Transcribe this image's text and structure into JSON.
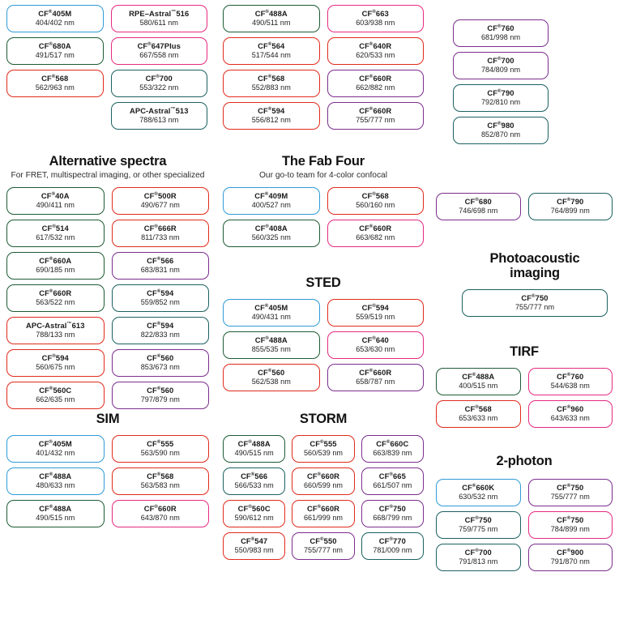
{
  "sections": [
    {
      "id": "top-left",
      "title": "",
      "subtitle": "",
      "columns": 2,
      "pills": [
        {
          "name": "CF",
          "sup": "®",
          "code": "405M",
          "wl": "404/402 nm",
          "color": "blue"
        },
        {
          "name": "RPE–Astral",
          "sup": "™",
          "code": "516",
          "wl": "580/611 nm",
          "color": "pink"
        },
        {
          "name": "CF",
          "sup": "®",
          "code": "680A",
          "wl": "491/517 nm",
          "color": "green"
        },
        {
          "name": "CF",
          "sup": "®",
          "code": "647Plus",
          "wl": "667/558 nm",
          "color": "pink"
        },
        {
          "name": "CF",
          "sup": "®",
          "code": "568",
          "wl": "562/963 nm",
          "color": "red"
        },
        {
          "name": "CF",
          "sup": "®",
          "code": "700",
          "wl": "553/322 nm",
          "color": "teal"
        },
        {
          "name": "",
          "sup": "",
          "code": "",
          "wl": "",
          "color": "none"
        },
        {
          "name": "APC-Astral",
          "sup": "™",
          "code": "513",
          "wl": "788/613 nm",
          "color": "teal"
        }
      ]
    },
    {
      "id": "top-mid",
      "title": "",
      "subtitle": "",
      "columns": 2,
      "pills": [
        {
          "name": "CF",
          "sup": "®",
          "code": "488A",
          "wl": "490/511 nm",
          "color": "green"
        },
        {
          "name": "CF",
          "sup": "®",
          "code": "663",
          "wl": "603/938 nm",
          "color": "pink"
        },
        {
          "name": "CF",
          "sup": "®",
          "code": "564",
          "wl": "517/544 nm",
          "color": "red"
        },
        {
          "name": "CF",
          "sup": "®",
          "code": "640R",
          "wl": "620/533 nm",
          "color": "red"
        },
        {
          "name": "CF",
          "sup": "®",
          "code": "568",
          "wl": "552/883 nm",
          "color": "red"
        },
        {
          "name": "CF",
          "sup": "®",
          "code": "660R",
          "wl": "662/882 nm",
          "color": "purple"
        },
        {
          "name": "CF",
          "sup": "®",
          "code": "594",
          "wl": "556/812 nm",
          "color": "red"
        },
        {
          "name": "CF",
          "sup": "®",
          "code": "660R",
          "wl": "755/777 nm",
          "color": "purple"
        }
      ]
    },
    {
      "id": "top-right",
      "title": "",
      "subtitle": "",
      "columns": 1,
      "pills": [
        {
          "name": "CF",
          "sup": "®",
          "code": "760",
          "wl": "681/998 nm",
          "color": "purple"
        },
        {
          "name": "CF",
          "sup": "®",
          "code": "700",
          "wl": "784/809 nm",
          "color": "purple"
        },
        {
          "name": "CF",
          "sup": "®",
          "code": "790",
          "wl": "792/810 nm",
          "color": "teal"
        },
        {
          "name": "CF",
          "sup": "®",
          "code": "980",
          "wl": "852/870 nm",
          "color": "teal"
        }
      ]
    },
    {
      "id": "alternative-spectra",
      "title": "Alternative spectra",
      "subtitle": "For FRET, multispectral imaging, or other specialized",
      "columns": 2,
      "pills": [
        {
          "name": "CF",
          "sup": "®",
          "code": "40A",
          "wl": "490/411 nm",
          "color": "green"
        },
        {
          "name": "CF",
          "sup": "®",
          "code": "500R",
          "wl": "490/677 nm",
          "color": "red"
        },
        {
          "name": "CF",
          "sup": "®",
          "code": "514",
          "wl": "617/532 nm",
          "color": "green"
        },
        {
          "name": "CF",
          "sup": "®",
          "code": "666R",
          "wl": "811/733 nm",
          "color": "red"
        },
        {
          "name": "CF",
          "sup": "®",
          "code": "660A",
          "wl": "690/185 nm",
          "color": "green"
        },
        {
          "name": "CF",
          "sup": "®",
          "code": "566",
          "wl": "683/831 nm",
          "color": "purple"
        },
        {
          "name": "CF",
          "sup": "®",
          "code": "660R",
          "wl": "563/522 nm",
          "color": "green"
        },
        {
          "name": "CF",
          "sup": "®",
          "code": "594",
          "wl": "559/852 nm",
          "color": "teal"
        },
        {
          "name": "APC-Astral",
          "sup": "™",
          "code": "613",
          "wl": "788/133 nm",
          "color": "red"
        },
        {
          "name": "CF",
          "sup": "®",
          "code": "594",
          "wl": "822/833 nm",
          "color": "teal"
        },
        {
          "name": "CF",
          "sup": "®",
          "code": "594",
          "wl": "560/675 nm",
          "color": "red"
        },
        {
          "name": "CF",
          "sup": "®",
          "code": "560",
          "wl": "853/673 nm",
          "color": "purple"
        },
        {
          "name": "CF",
          "sup": "®",
          "code": "560C",
          "wl": "662/635 nm",
          "color": "red"
        },
        {
          "name": "CF",
          "sup": "®",
          "code": "560",
          "wl": "797/879 nm",
          "color": "purple"
        }
      ]
    },
    {
      "id": "fab-four",
      "title": "The Fab Four",
      "subtitle": "Our go-to team for 4-color confocal",
      "columns": 2,
      "pills": [
        {
          "name": "CF",
          "sup": "®",
          "code": "409M",
          "wl": "400/527 nm",
          "color": "blue"
        },
        {
          "name": "CF",
          "sup": "®",
          "code": "568",
          "wl": "560/160 nm",
          "color": "red"
        },
        {
          "name": "CF",
          "sup": "®",
          "code": "408A",
          "wl": "560/325 nm",
          "color": "green"
        },
        {
          "name": "CF",
          "sup": "®",
          "code": "660R",
          "wl": "663/682 nm",
          "color": "pink"
        }
      ]
    },
    {
      "id": "sted",
      "title": "STED",
      "subtitle": "",
      "columns": 2,
      "pills": [
        {
          "name": "CF",
          "sup": "®",
          "code": "405M",
          "wl": "490/431 nm",
          "color": "blue"
        },
        {
          "name": "CF",
          "sup": "®",
          "code": "594",
          "wl": "559/519 nm",
          "color": "red"
        },
        {
          "name": "CF",
          "sup": "®",
          "code": "488A",
          "wl": "855/535 nm",
          "color": "green"
        },
        {
          "name": "CF",
          "sup": "®",
          "code": "640",
          "wl": "653/630 nm",
          "color": "pink"
        },
        {
          "name": "CF",
          "sup": "®",
          "code": "560",
          "wl": "562/538 nm",
          "color": "red"
        },
        {
          "name": "CF",
          "sup": "®",
          "code": "660R",
          "wl": "658/787 nm",
          "color": "purple"
        }
      ]
    },
    {
      "id": "right-pair",
      "title": "",
      "subtitle": "",
      "columns": 2,
      "pills": [
        {
          "name": "CF",
          "sup": "®",
          "code": "680",
          "wl": "746/698 nm",
          "color": "purple"
        },
        {
          "name": "CF",
          "sup": "®",
          "code": "790",
          "wl": "764/899 nm",
          "color": "teal"
        }
      ]
    },
    {
      "id": "photoacoustic",
      "title": "Photoacoustic imaging",
      "subtitle": "",
      "columns": 1,
      "pills": [
        {
          "name": "CF",
          "sup": "®",
          "code": "750",
          "wl": "755/777 nm",
          "color": "teal"
        }
      ]
    },
    {
      "id": "tirf",
      "title": "TIRF",
      "subtitle": "",
      "columns": 2,
      "pills": [
        {
          "name": "CF",
          "sup": "®",
          "code": "488A",
          "wl": "400/515 nm",
          "color": "green"
        },
        {
          "name": "CF",
          "sup": "®",
          "code": "760",
          "wl": "544/638 nm",
          "color": "pink"
        },
        {
          "name": "CF",
          "sup": "®",
          "code": "568",
          "wl": "653/633 nm",
          "color": "red"
        },
        {
          "name": "CF",
          "sup": "®",
          "code": "960",
          "wl": "643/633 nm",
          "color": "pink"
        }
      ]
    },
    {
      "id": "sim",
      "title": "SIM",
      "subtitle": "",
      "columns": 2,
      "pills": [
        {
          "name": "CF",
          "sup": "®",
          "code": "405M",
          "wl": "401/432 nm",
          "color": "blue"
        },
        {
          "name": "CF",
          "sup": "®",
          "code": "555",
          "wl": "563/590 nm",
          "color": "red"
        },
        {
          "name": "CF",
          "sup": "®",
          "code": "488A",
          "wl": "480/633 nm",
          "color": "blue"
        },
        {
          "name": "CF",
          "sup": "®",
          "code": "568",
          "wl": "563/583 nm",
          "color": "red"
        },
        {
          "name": "CF",
          "sup": "®",
          "code": "488A",
          "wl": "490/515 nm",
          "color": "green"
        },
        {
          "name": "CF",
          "sup": "®",
          "code": "660R",
          "wl": "643/870 nm",
          "color": "pink"
        }
      ]
    },
    {
      "id": "storm",
      "title": "STORM",
      "subtitle": "",
      "columns": 3,
      "pills": [
        {
          "name": "CF",
          "sup": "®",
          "code": "488A",
          "wl": "490/515 nm",
          "color": "green"
        },
        {
          "name": "CF",
          "sup": "®",
          "code": "555",
          "wl": "560/539 nm",
          "color": "red"
        },
        {
          "name": "CF",
          "sup": "®",
          "code": "660C",
          "wl": "663/839 nm",
          "color": "purple"
        },
        {
          "name": "CF",
          "sup": "®",
          "code": "566",
          "wl": "566/533 nm",
          "color": "teal"
        },
        {
          "name": "CF",
          "sup": "®",
          "code": "660R",
          "wl": "660/599 nm",
          "color": "red"
        },
        {
          "name": "CF",
          "sup": "®",
          "code": "665",
          "wl": "661/507 nm",
          "color": "purple"
        },
        {
          "name": "CF",
          "sup": "®",
          "code": "560C",
          "wl": "590/612 nm",
          "color": "red"
        },
        {
          "name": "CF",
          "sup": "®",
          "code": "660R",
          "wl": "661/999 nm",
          "color": "red"
        },
        {
          "name": "CF",
          "sup": "®",
          "code": "750",
          "wl": "668/799 nm",
          "color": "purple"
        },
        {
          "name": "CF",
          "sup": "®",
          "code": "547",
          "wl": "550/983 nm",
          "color": "red"
        },
        {
          "name": "CF",
          "sup": "®",
          "code": "550",
          "wl": "755/777 nm",
          "color": "purple"
        },
        {
          "name": "CF",
          "sup": "®",
          "code": "770",
          "wl": "781/009 nm",
          "color": "teal"
        }
      ]
    },
    {
      "id": "two-photon",
      "title": "2-photon",
      "subtitle": "",
      "columns": 2,
      "pills": [
        {
          "name": "CF",
          "sup": "®",
          "code": "660K",
          "wl": "630/532 nm",
          "color": "blue"
        },
        {
          "name": "CF",
          "sup": "®",
          "code": "750",
          "wl": "755/777 nm",
          "color": "purple"
        },
        {
          "name": "CF",
          "sup": "®",
          "code": "750",
          "wl": "759/775 nm",
          "color": "teal"
        },
        {
          "name": "CF",
          "sup": "®",
          "code": "750",
          "wl": "784/899 nm",
          "color": "pink"
        },
        {
          "name": "CF",
          "sup": "®",
          "code": "700",
          "wl": "791/813 nm",
          "color": "teal"
        },
        {
          "name": "CF",
          "sup": "®",
          "code": "900",
          "wl": "791/870 nm",
          "color": "purple"
        }
      ]
    }
  ],
  "palette": {
    "blue": "#2f9ad6",
    "green": "#1d5b34",
    "teal": "#1b6160",
    "red": "#e02a1b",
    "pink": "#e52a80",
    "purple": "#7b2e8e"
  }
}
